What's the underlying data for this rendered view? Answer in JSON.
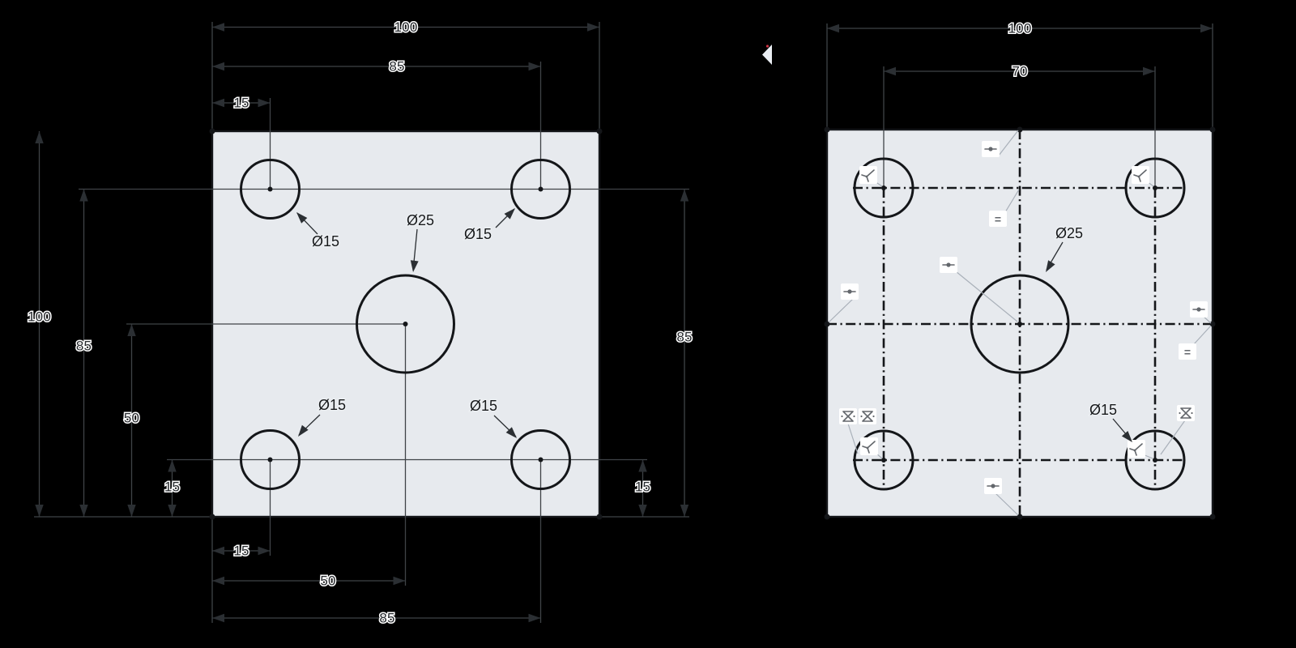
{
  "app": {
    "description": "CAD sketch comparison: dimensioned drawing view (left) and constrained sketch view (right) of a square plate with five holes",
    "colors": {
      "bg": "#000000",
      "plate": "#e7eaee",
      "ink": "#141619",
      "dim": "#3f4347",
      "arrow": "#2b2f33",
      "iconbg": "#ffffff",
      "glyph": "#63676c",
      "ileader": "#a9b0b9",
      "cursor": "#e9edf2",
      "cursordot": "#cc3344"
    }
  },
  "left_view": {
    "dims": {
      "top_width": "100",
      "top_hole_span": "85",
      "top_left_offset": "15",
      "left_height": "100",
      "left_hole_span": "85",
      "left_center": "50",
      "left_bottom_offset": "15",
      "right_hole_span": "85",
      "right_bottom_offset": "15",
      "bottom_left_offset": "15",
      "bottom_center": "50",
      "bottom_hole_span": "85"
    },
    "labels": {
      "hole_top_left": "Ø15",
      "hole_top_right": "Ø15",
      "hole_center": "Ø25",
      "hole_bottom_left": "Ø15",
      "hole_bottom_right": "Ø15"
    }
  },
  "right_view": {
    "dims": {
      "overall_width": "100",
      "hole_span": "70"
    },
    "labels": {
      "hole_center": "Ø25",
      "hole_bottom_right": "Ø15"
    },
    "symbols": {
      "equal": "="
    },
    "constraints": [
      {
        "id": "top-edge-midpoint",
        "type": "midpoint"
      },
      {
        "id": "top-row-equal",
        "type": "equal"
      },
      {
        "id": "center-midpoint",
        "type": "midpoint"
      },
      {
        "id": "left-edge-midpoint",
        "type": "midpoint"
      },
      {
        "id": "right-edge-midpoint",
        "type": "midpoint"
      },
      {
        "id": "right-edge-equal",
        "type": "equal"
      },
      {
        "id": "bottom-edge-midpoint",
        "type": "midpoint"
      },
      {
        "id": "bottom-left-symmetric-a",
        "type": "symmetric"
      },
      {
        "id": "bottom-left-symmetric-b",
        "type": "symmetric"
      },
      {
        "id": "bottom-right-symmetric",
        "type": "symmetric"
      },
      {
        "id": "top-left-coincident",
        "type": "coincident"
      },
      {
        "id": "top-right-coincident",
        "type": "coincident"
      },
      {
        "id": "bottom-left-coincident",
        "type": "coincident"
      },
      {
        "id": "bottom-right-coincident",
        "type": "coincident"
      }
    ]
  }
}
